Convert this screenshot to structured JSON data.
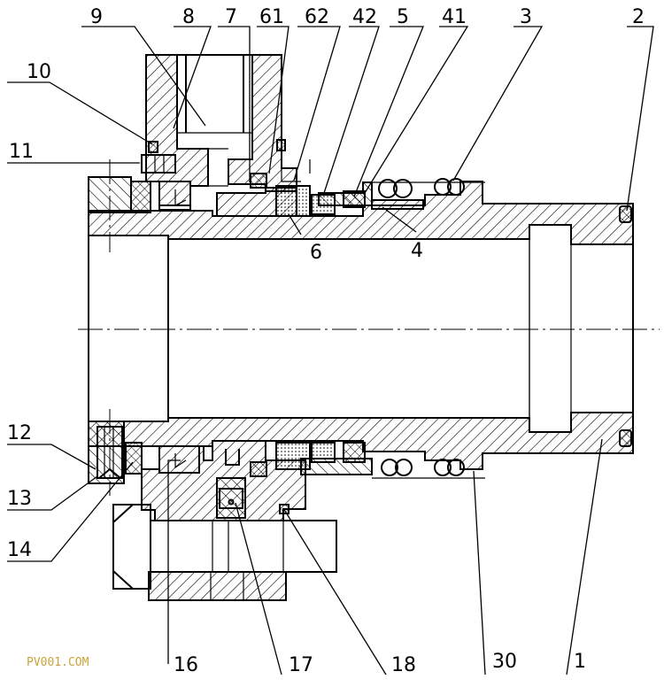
{
  "labels": {
    "l9": "9",
    "l8": "8",
    "l7": "7",
    "l61": "61",
    "l62": "62",
    "l42": "42",
    "l5": "5",
    "l41": "41",
    "l3": "3",
    "l2": "2",
    "l10": "10",
    "l11": "11",
    "l6": "6",
    "l4": "4",
    "l12": "12",
    "l13": "13",
    "l14": "14",
    "l16": "16",
    "l17": "17",
    "l18": "18",
    "l30": "30",
    "l1": "1"
  },
  "watermark": "PV001.COM",
  "colors": {
    "line": "#000000",
    "watermark": "#c8a23a",
    "background": "#ffffff"
  }
}
